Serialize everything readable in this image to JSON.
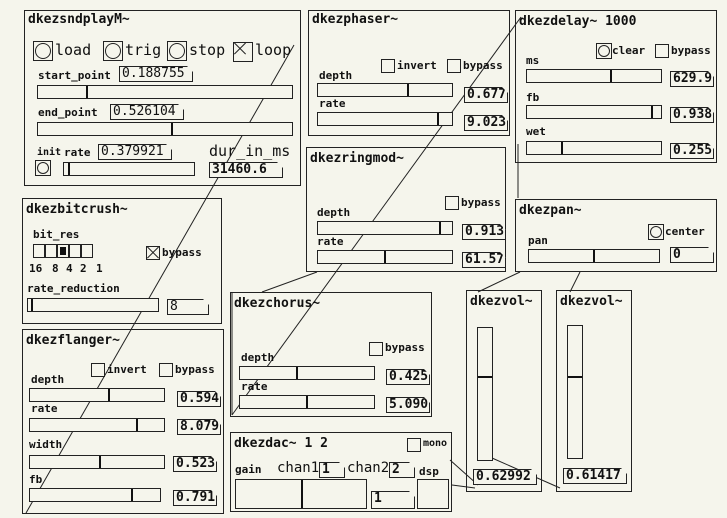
{
  "sndplay": {
    "title": "dkezsndplayM~",
    "load": "load",
    "trig": "trig",
    "stop": "stop",
    "loop": "loop",
    "start_point_label": "start_point",
    "start_point_value": "0.188755",
    "start_point_level": 0.189,
    "end_point_label": "end_point",
    "end_point_value": "0.526104",
    "end_point_level": 0.526,
    "init_label": "init",
    "rate_label": "rate",
    "rate_value": "0.379921",
    "rate_level": 0.03,
    "dur_label": "dur_in_ms",
    "dur_value": "31460.6"
  },
  "phaser": {
    "title": "dkezphaser~",
    "invert": "invert",
    "bypass": "bypass",
    "depth_label": "depth",
    "depth_value": "0.677",
    "depth_level": 0.677,
    "rate_label": "rate",
    "rate_value": "9.023",
    "rate_level": 0.9
  },
  "delay": {
    "title": "dkezdelay~ 1000",
    "clear": "clear",
    "bypass": "bypass",
    "ms_label": "ms",
    "ms_value": "629.9",
    "ms_level": 0.63,
    "fb_label": "fb",
    "fb_value": "0.938",
    "fb_level": 0.938,
    "wet_label": "wet",
    "wet_value": "0.255",
    "wet_level": 0.255
  },
  "ringmod": {
    "title": "dkezringmod~",
    "bypass": "bypass",
    "depth_label": "depth",
    "depth_value": "0.913",
    "depth_level": 0.913,
    "rate_label": "rate",
    "rate_value": "61.57",
    "rate_level": 0.5
  },
  "pan": {
    "title": "dkezpan~",
    "center": "center",
    "pan_label": "pan",
    "pan_value": "0",
    "pan_level": 0.5
  },
  "bitcrush": {
    "title": "dkezbitcrush~",
    "bit_res_label": "bit_res",
    "bypass": "bypass",
    "bit_options": [
      "16",
      "8",
      "4",
      "2",
      "1"
    ],
    "bit_selected": 2,
    "rate_reduction_label": "rate_reduction",
    "rate_reduction_value": "8",
    "rate_reduction_level": 0.02
  },
  "chorus": {
    "title": "dkezchorus~",
    "bypass": "bypass",
    "depth_label": "depth",
    "depth_value": "0.425",
    "depth_level": 0.425,
    "rate_label": "rate",
    "rate_value": "5.090",
    "rate_level": 0.5
  },
  "vol1": {
    "title": "dkezvol~",
    "value": "0.62992",
    "level": 0.63
  },
  "vol2": {
    "title": "dkezvol~",
    "value": "0.61417",
    "level": 0.614
  },
  "flanger": {
    "title": "dkezflanger~",
    "invert": "invert",
    "bypass": "bypass",
    "depth_label": "depth",
    "depth_value": "0.594",
    "depth_level": 0.594,
    "rate_label": "rate",
    "rate_value": "8.079",
    "rate_level": 0.8,
    "width_label": "width",
    "width_value": "0.523",
    "width_level": 0.523,
    "fb_label": "fb",
    "fb_value": "0.791",
    "fb_level": 0.791
  },
  "dac": {
    "title": "dkezdac~ 1 2",
    "mono": "mono",
    "gain_label": "gain",
    "chan1_label": "chan1",
    "chan1_value": "1",
    "chan2_label": "chan2",
    "chan2_value": "2",
    "dsp_label": "dsp",
    "gain_number": "1"
  },
  "colors": {
    "background": "#f5f5ec",
    "ink": "#111111"
  }
}
